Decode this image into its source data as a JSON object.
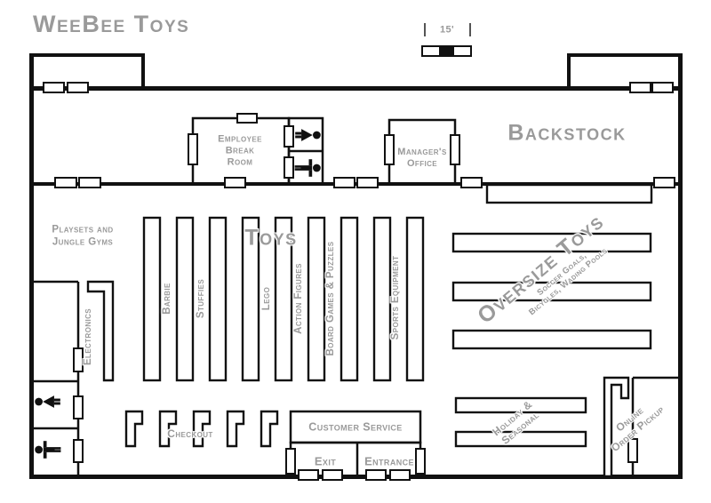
{
  "title": "WeeBee Toys",
  "scale": {
    "label": "15'"
  },
  "colors": {
    "wall": "#111111",
    "label": "#9a9a9a"
  },
  "rooms": {
    "employee_break_room": "Employee Break Room",
    "managers_office": "Manager's Office"
  },
  "zones": {
    "backstock": "Backstock",
    "toys": "Toys",
    "playsets": "Playsets and Jungle Gyms",
    "electronics": "Electronics",
    "checkout": "Checkout",
    "customer_service": "Customer Service",
    "exit": "Exit",
    "entrance": "Entrance",
    "holiday_seasonal": "Holiday & Seasonal",
    "online_pickup": [
      "Online",
      "Order Pickup"
    ],
    "oversize": {
      "title": "Oversize Toys",
      "subtitle": [
        "Soccer Goals,",
        "Bicycles, Wading Pools"
      ]
    }
  },
  "aisle_labels": [
    "Barbie",
    "Stuffies",
    "Lego",
    "Action Figures",
    "Board Games & Puzzles",
    "Sports Equipment"
  ],
  "icons": {
    "restroom_female": "female-restroom-icon",
    "restroom_male": "male-restroom-icon"
  }
}
